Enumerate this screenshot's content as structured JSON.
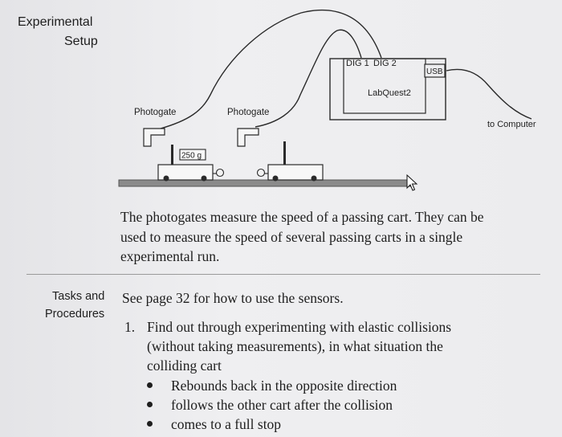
{
  "setup": {
    "title_line1": "Experimental",
    "title_line2": "Setup"
  },
  "diagram": {
    "photogate_left_label": "Photogate",
    "photogate_right_label": "Photogate",
    "interface_dig1": "DIG 1",
    "interface_dig2": "DIG 2",
    "interface_usb": "USB",
    "interface_name": "LabQuest2",
    "to_computer": "to Computer",
    "mass_label": "250 g"
  },
  "caption": {
    "line1": "The photogates measure the speed of a passing cart. They can be",
    "line2": "used to measure the speed of several passing carts in a single",
    "line3": "experimental run."
  },
  "tasks": {
    "label_line1": "Tasks and",
    "label_line2": "Procedures",
    "intro": "See page 32 for how to use the sensors.",
    "items": [
      {
        "number": "1.",
        "lines": [
          "Find out through experimenting with elastic collisions",
          "(without taking measurements), in what situation the",
          "colliding cart"
        ],
        "bullets": [
          "Rebounds back in the opposite direction",
          "follows the other cart after the collision",
          "comes to a full stop"
        ]
      }
    ]
  }
}
